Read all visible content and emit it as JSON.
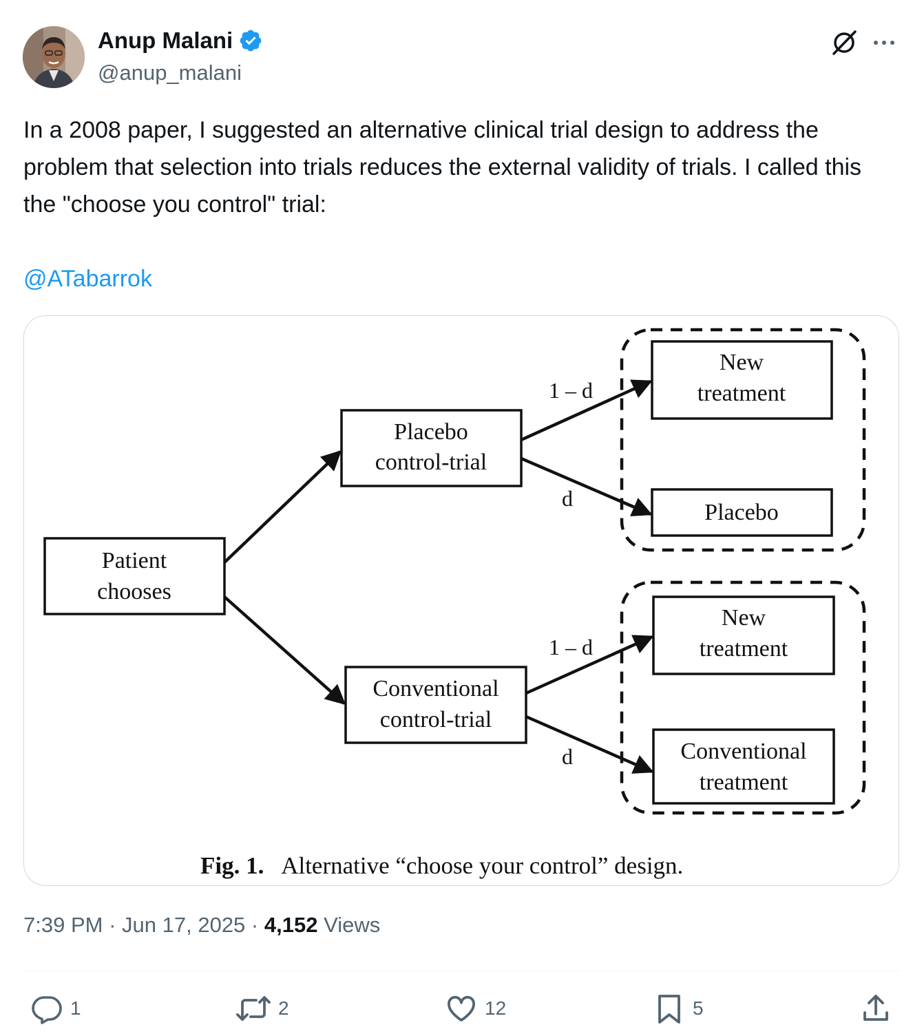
{
  "author": {
    "name": "Anup Malani",
    "handle": "@anup_malani",
    "verified": true,
    "verified_color": "#1d9bf0"
  },
  "tweet": {
    "text": "In a 2008 paper, I suggested an alternative clinical trial design to address the problem that selection into trials reduces the external validity of trials. I called this the \"choose you control\" trial:",
    "mention": "@ATabarrok"
  },
  "figure": {
    "nodes": {
      "patient": [
        "Patient",
        "chooses"
      ],
      "placebo_trial": [
        "Placebo",
        "control-trial"
      ],
      "conventional_trial": [
        "Conventional",
        "control-trial"
      ],
      "new_treatment_top": [
        "New",
        "treatment"
      ],
      "placebo": [
        "Placebo"
      ],
      "new_treatment_bottom": [
        "New",
        "treatment"
      ],
      "conventional_treatment": [
        "Conventional",
        "treatment"
      ]
    },
    "edge_labels": {
      "top_upper": "1 – d",
      "top_lower": "d",
      "bottom_upper": "1 – d",
      "bottom_lower": "d"
    },
    "caption_label": "Fig. 1.",
    "caption_text": "Alternative “choose your control” design."
  },
  "meta": {
    "time": "7:39 PM",
    "separator": "·",
    "date": "Jun 17, 2025",
    "views_count": "4,152",
    "views_label": "Views"
  },
  "actions": {
    "replies": "1",
    "reposts": "2",
    "likes": "12",
    "bookmarks": "5"
  },
  "icons": {
    "header": [
      "grok-icon",
      "more-icon"
    ],
    "actions": [
      "reply-icon",
      "repost-icon",
      "like-icon",
      "bookmark-icon",
      "share-icon"
    ]
  },
  "colors": {
    "text_primary": "#0f1419",
    "text_secondary": "#536471",
    "accent": "#1d9bf0",
    "border": "#cfd9de"
  }
}
